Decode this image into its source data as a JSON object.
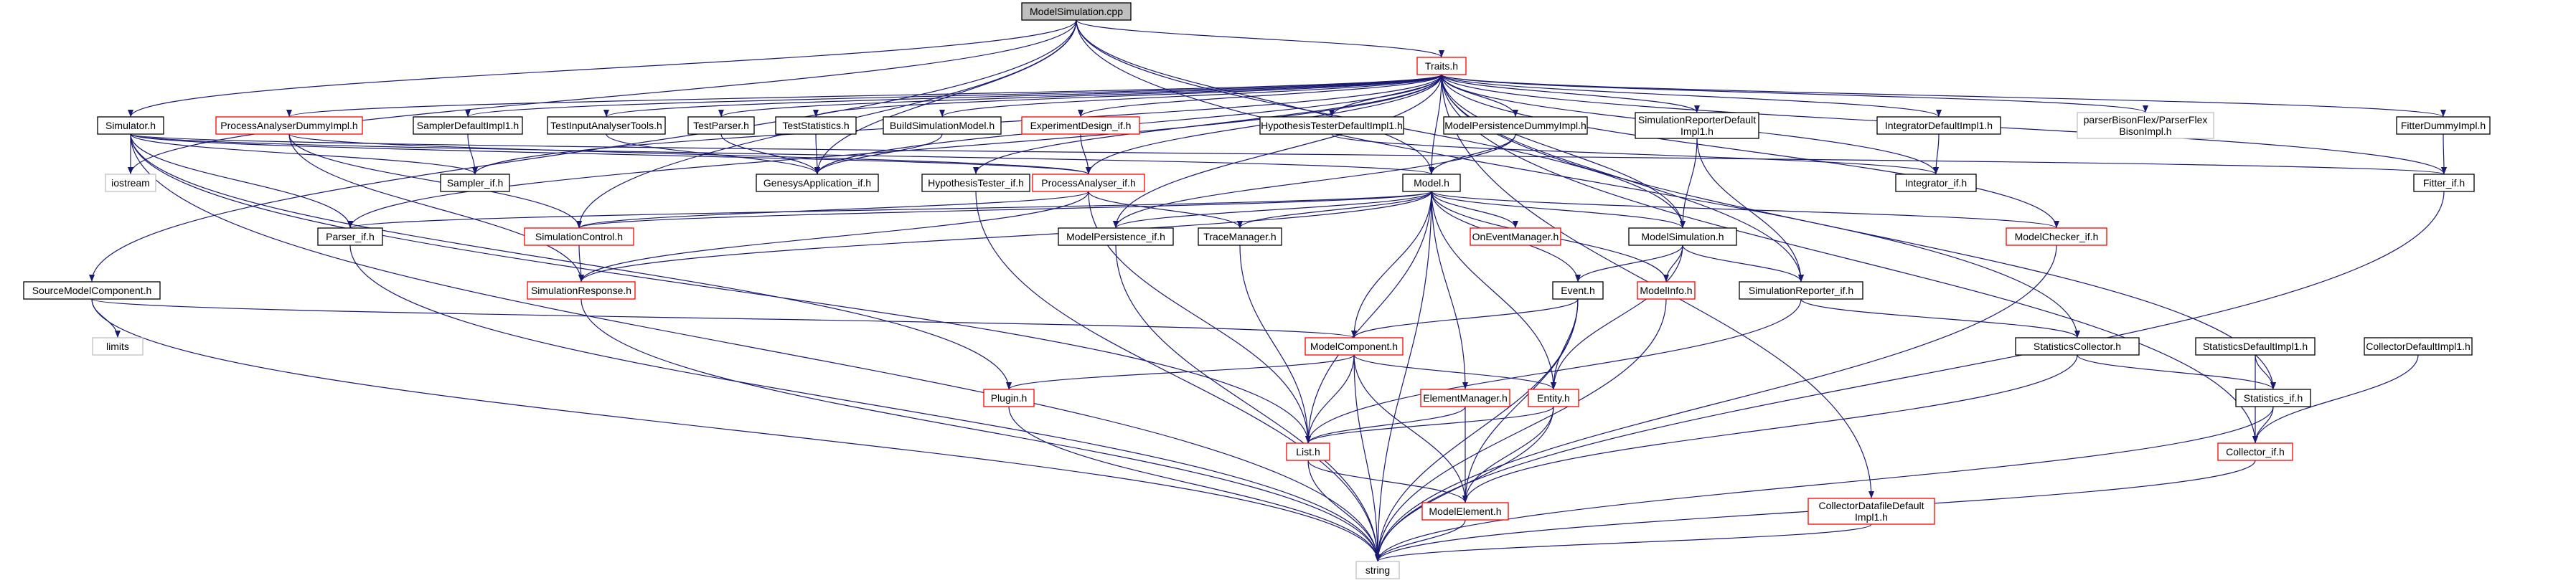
{
  "colors": {
    "edge": "#191970",
    "normal_border": "#000000",
    "partial_border": "#ff0000",
    "external_border": "#bfbfbf",
    "root_fill": "#bfbfbf",
    "fill": "#ffffff"
  },
  "nodes": [
    {
      "id": "root",
      "label": [
        "ModelSimulation.cpp"
      ],
      "kind": "root"
    },
    {
      "id": "traits",
      "label": [
        "Traits.h"
      ],
      "kind": "partial"
    },
    {
      "id": "simulator",
      "label": [
        "Simulator.h"
      ],
      "kind": "normal"
    },
    {
      "id": "padummy",
      "label": [
        "ProcessAnalyserDummyImpl.h"
      ],
      "kind": "partial"
    },
    {
      "id": "samplerimpl",
      "label": [
        "SamplerDefaultImpl1.h"
      ],
      "kind": "normal"
    },
    {
      "id": "testinput",
      "label": [
        "TestInputAnalyserTools.h"
      ],
      "kind": "normal"
    },
    {
      "id": "testparser",
      "label": [
        "TestParser.h"
      ],
      "kind": "normal"
    },
    {
      "id": "teststat",
      "label": [
        "TestStatistics.h"
      ],
      "kind": "normal"
    },
    {
      "id": "buildsim",
      "label": [
        "BuildSimulationModel.h"
      ],
      "kind": "normal"
    },
    {
      "id": "expdesign",
      "label": [
        "ExperimentDesign_if.h"
      ],
      "kind": "partial"
    },
    {
      "id": "hyptester_impl",
      "label": [
        "HypothesisTesterDefaultImpl1.h"
      ],
      "kind": "normal"
    },
    {
      "id": "mpdummy",
      "label": [
        "ModelPersistenceDummyImpl.h"
      ],
      "kind": "normal"
    },
    {
      "id": "simrep_impl",
      "label": [
        "SimulationReporterDefault",
        "Impl1.h"
      ],
      "kind": "normal"
    },
    {
      "id": "integ_impl",
      "label": [
        "IntegratorDefaultImpl1.h"
      ],
      "kind": "normal"
    },
    {
      "id": "parserbison",
      "label": [
        "parserBisonFlex/ParserFlex",
        "BisonImpl.h"
      ],
      "kind": "external"
    },
    {
      "id": "filterdummy",
      "label": [
        "FitterDummyImpl.h"
      ],
      "kind": "normal"
    },
    {
      "id": "iostream",
      "label": [
        "iostream"
      ],
      "kind": "external"
    },
    {
      "id": "sampler_if",
      "label": [
        "Sampler_if.h"
      ],
      "kind": "normal"
    },
    {
      "id": "genesys",
      "label": [
        "GenesysApplication_if.h"
      ],
      "kind": "normal"
    },
    {
      "id": "hyptester",
      "label": [
        "HypothesisTester_if.h"
      ],
      "kind": "normal"
    },
    {
      "id": "panal",
      "label": [
        "ProcessAnalyser_if.h"
      ],
      "kind": "partial"
    },
    {
      "id": "model",
      "label": [
        "Model.h"
      ],
      "kind": "normal"
    },
    {
      "id": "integ_if",
      "label": [
        "Integrator_if.h"
      ],
      "kind": "normal"
    },
    {
      "id": "fitter_if",
      "label": [
        "Fitter_if.h"
      ],
      "kind": "normal"
    },
    {
      "id": "parser_if",
      "label": [
        "Parser_if.h"
      ],
      "kind": "normal"
    },
    {
      "id": "simctrl",
      "label": [
        "SimulationControl.h"
      ],
      "kind": "partial"
    },
    {
      "id": "mpers_if",
      "label": [
        "ModelPersistence_if.h"
      ],
      "kind": "normal"
    },
    {
      "id": "tracemgr",
      "label": [
        "TraceManager.h"
      ],
      "kind": "normal"
    },
    {
      "id": "oneventmgr",
      "label": [
        "OnEventManager.h"
      ],
      "kind": "partial"
    },
    {
      "id": "modelsim",
      "label": [
        "ModelSimulation.h"
      ],
      "kind": "normal"
    },
    {
      "id": "modelchecker",
      "label": [
        "ModelChecker_if.h"
      ],
      "kind": "partial"
    },
    {
      "id": "sourcemc",
      "label": [
        "SourceModelComponent.h"
      ],
      "kind": "normal"
    },
    {
      "id": "simresp",
      "label": [
        "SimulationResponse.h"
      ],
      "kind": "partial"
    },
    {
      "id": "event",
      "label": [
        "Event.h"
      ],
      "kind": "normal"
    },
    {
      "id": "modelinfo",
      "label": [
        "ModelInfo.h"
      ],
      "kind": "partial"
    },
    {
      "id": "simrep_if",
      "label": [
        "SimulationReporter_if.h"
      ],
      "kind": "normal"
    },
    {
      "id": "limits",
      "label": [
        "limits"
      ],
      "kind": "external"
    },
    {
      "id": "modelcomp",
      "label": [
        "ModelComponent.h"
      ],
      "kind": "partial"
    },
    {
      "id": "statcoll",
      "label": [
        "StatisticsCollector.h"
      ],
      "kind": "normal"
    },
    {
      "id": "statimpl",
      "label": [
        "StatisticsDefaultImpl1.h"
      ],
      "kind": "normal"
    },
    {
      "id": "collimpl",
      "label": [
        "CollectorDefaultImpl1.h"
      ],
      "kind": "normal"
    },
    {
      "id": "plugin",
      "label": [
        "Plugin.h"
      ],
      "kind": "partial"
    },
    {
      "id": "elemmgr",
      "label": [
        "ElementManager.h"
      ],
      "kind": "partial"
    },
    {
      "id": "entity",
      "label": [
        "Entity.h"
      ],
      "kind": "partial"
    },
    {
      "id": "stats_if",
      "label": [
        "Statistics_if.h"
      ],
      "kind": "normal"
    },
    {
      "id": "list",
      "label": [
        "List.h"
      ],
      "kind": "partial"
    },
    {
      "id": "collector_if",
      "label": [
        "Collector_if.h"
      ],
      "kind": "partial"
    },
    {
      "id": "colldatafile",
      "label": [
        "CollectorDatafileDefault",
        "Impl1.h"
      ],
      "kind": "partial"
    },
    {
      "id": "modelelem",
      "label": [
        "ModelElement.h"
      ],
      "kind": "partial"
    },
    {
      "id": "string",
      "label": [
        "string"
      ],
      "kind": "external"
    }
  ],
  "edges": [
    [
      "root",
      "traits"
    ],
    [
      "root",
      "simulator"
    ],
    [
      "root",
      "iostream"
    ],
    [
      "root",
      "sourcemc"
    ],
    [
      "root",
      "simctrl"
    ],
    [
      "root",
      "model"
    ],
    [
      "root",
      "modelsim"
    ],
    [
      "root",
      "statcoll"
    ],
    [
      "root",
      "genesys"
    ],
    [
      "traits",
      "padummy"
    ],
    [
      "traits",
      "samplerimpl"
    ],
    [
      "traits",
      "testinput"
    ],
    [
      "traits",
      "testparser"
    ],
    [
      "traits",
      "teststat"
    ],
    [
      "traits",
      "buildsim"
    ],
    [
      "traits",
      "expdesign"
    ],
    [
      "traits",
      "hyptester_impl"
    ],
    [
      "traits",
      "mpdummy"
    ],
    [
      "traits",
      "simrep_impl"
    ],
    [
      "traits",
      "integ_impl"
    ],
    [
      "traits",
      "parserbison"
    ],
    [
      "traits",
      "filterdummy"
    ],
    [
      "traits",
      "sampler_if"
    ],
    [
      "traits",
      "genesys"
    ],
    [
      "traits",
      "hyptester"
    ],
    [
      "traits",
      "model"
    ],
    [
      "traits",
      "integ_if"
    ],
    [
      "traits",
      "fitter_if"
    ],
    [
      "traits",
      "parser_if"
    ],
    [
      "traits",
      "mpers_if"
    ],
    [
      "traits",
      "modelchecker"
    ],
    [
      "traits",
      "simrep_if"
    ],
    [
      "traits",
      "stats_if"
    ],
    [
      "traits",
      "collector_if"
    ],
    [
      "traits",
      "colldatafile"
    ],
    [
      "traits",
      "modelsim"
    ],
    [
      "traits",
      "panal"
    ],
    [
      "simulator",
      "iostream"
    ],
    [
      "simulator",
      "sampler_if"
    ],
    [
      "simulator",
      "model"
    ],
    [
      "simulator",
      "parser_if"
    ],
    [
      "simulator",
      "plugin"
    ],
    [
      "simulator",
      "list"
    ],
    [
      "simulator",
      "string"
    ],
    [
      "simulator",
      "fitter_if"
    ],
    [
      "simulator",
      "panal"
    ],
    [
      "padummy",
      "simctrl"
    ],
    [
      "padummy",
      "simresp"
    ],
    [
      "padummy",
      "panal"
    ],
    [
      "samplerimpl",
      "sampler_if"
    ],
    [
      "testinput",
      "genesys"
    ],
    [
      "testparser",
      "genesys"
    ],
    [
      "teststat",
      "genesys"
    ],
    [
      "buildsim",
      "genesys"
    ],
    [
      "expdesign",
      "panal"
    ],
    [
      "hyptester_impl",
      "integ_if"
    ],
    [
      "mpdummy",
      "model"
    ],
    [
      "mpdummy",
      "mpers_if"
    ],
    [
      "simrep_impl",
      "modelsim"
    ],
    [
      "simrep_impl",
      "simrep_if"
    ],
    [
      "integ_impl",
      "integ_if"
    ],
    [
      "filterdummy",
      "fitter_if"
    ],
    [
      "hyptester",
      "string"
    ],
    [
      "panal",
      "simctrl"
    ],
    [
      "panal",
      "simresp"
    ],
    [
      "panal",
      "list"
    ],
    [
      "panal",
      "tracemgr"
    ],
    [
      "model",
      "parser_if"
    ],
    [
      "model",
      "simctrl"
    ],
    [
      "model",
      "mpers_if"
    ],
    [
      "model",
      "tracemgr"
    ],
    [
      "model",
      "oneventmgr"
    ],
    [
      "model",
      "modelsim"
    ],
    [
      "model",
      "modelchecker"
    ],
    [
      "model",
      "simresp"
    ],
    [
      "model",
      "event"
    ],
    [
      "model",
      "modelinfo"
    ],
    [
      "model",
      "modelcomp"
    ],
    [
      "model",
      "elemmgr"
    ],
    [
      "model",
      "list"
    ],
    [
      "model",
      "string"
    ],
    [
      "model",
      "entity"
    ],
    [
      "fitter_if",
      "string"
    ],
    [
      "parser_if",
      "string"
    ],
    [
      "simctrl",
      "simresp"
    ],
    [
      "mpers_if",
      "string"
    ],
    [
      "tracemgr",
      "list"
    ],
    [
      "modelsim",
      "event"
    ],
    [
      "modelsim",
      "modelinfo"
    ],
    [
      "modelsim",
      "simrep_if"
    ],
    [
      "modelsim",
      "entity"
    ],
    [
      "modelchecker",
      "string"
    ],
    [
      "sourcemc",
      "limits"
    ],
    [
      "sourcemc",
      "modelcomp"
    ],
    [
      "sourcemc",
      "string"
    ],
    [
      "simresp",
      "string"
    ],
    [
      "event",
      "modelcomp"
    ],
    [
      "event",
      "entity"
    ],
    [
      "event",
      "modelelem"
    ],
    [
      "event",
      "string"
    ],
    [
      "modelinfo",
      "string"
    ],
    [
      "simrep_if",
      "statcoll"
    ],
    [
      "simrep_if",
      "list"
    ],
    [
      "modelcomp",
      "plugin"
    ],
    [
      "modelcomp",
      "entity"
    ],
    [
      "modelcomp",
      "list"
    ],
    [
      "modelcomp",
      "modelelem"
    ],
    [
      "modelcomp",
      "string"
    ],
    [
      "statcoll",
      "modelelem"
    ],
    [
      "statcoll",
      "stats_if"
    ],
    [
      "statimpl",
      "stats_if"
    ],
    [
      "statimpl",
      "collector_if"
    ],
    [
      "collimpl",
      "collector_if"
    ],
    [
      "plugin",
      "string"
    ],
    [
      "elemmgr",
      "list"
    ],
    [
      "elemmgr",
      "modelelem"
    ],
    [
      "entity",
      "list"
    ],
    [
      "entity",
      "modelelem"
    ],
    [
      "entity",
      "string"
    ],
    [
      "stats_if",
      "collector_if"
    ],
    [
      "stats_if",
      "string"
    ],
    [
      "list",
      "modelelem"
    ],
    [
      "list",
      "string"
    ],
    [
      "collector_if",
      "string"
    ],
    [
      "colldatafile",
      "string"
    ],
    [
      "modelelem",
      "string"
    ]
  ]
}
